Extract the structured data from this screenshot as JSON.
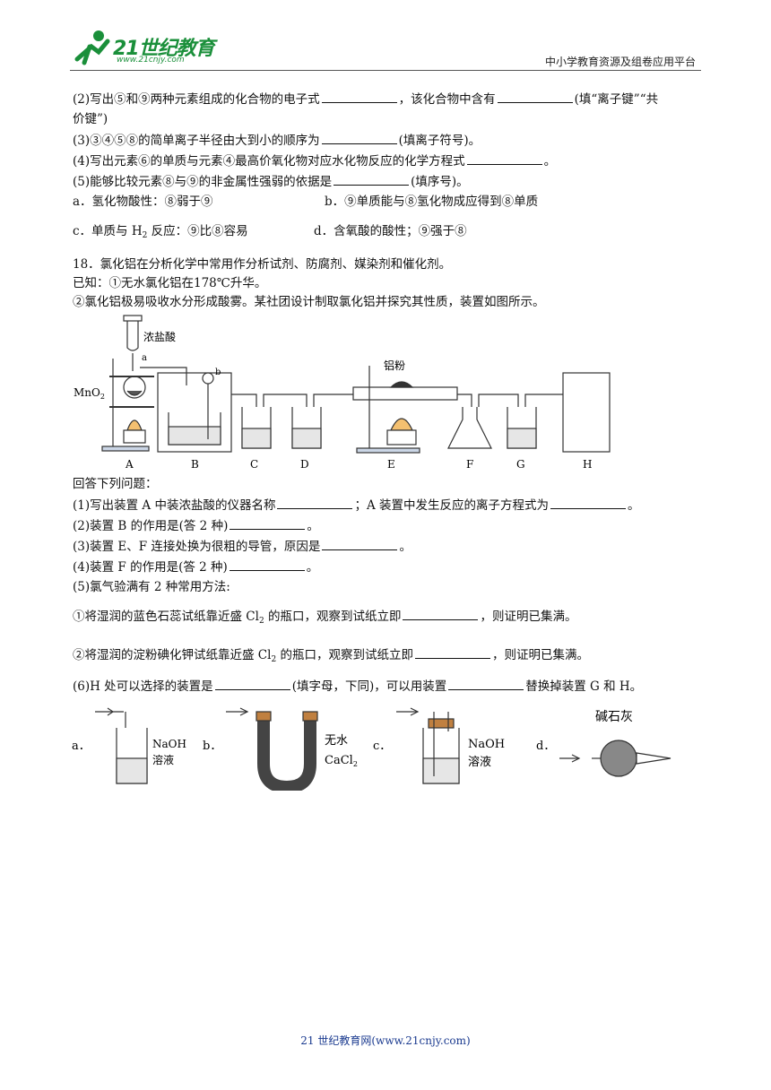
{
  "header": {
    "logo_text": "21世纪教育",
    "logo_sub": "www.21cnjy.com",
    "right_text": "中小学教育资源及组卷应用平台"
  },
  "lines": {
    "l1a": "(2)写出⑤和⑨两种元素组成的化合物的电子式",
    "l1b": "，该化合物中含有",
    "l1c": "(填“离子键”“共",
    "l2": "价键”)",
    "l3a": "(3)③④⑤⑧的简单离子半径由大到小的顺序为",
    "l3b": "(填离子符号)。",
    "l4a": "(4)写出元素⑥的单质与元素④最高价氧化物对应水化物反应的化学方程式",
    "l4b": "。",
    "l5a": "(5)能够比较元素⑧与⑨的非金属性强弱的依据是",
    "l5b": "(填序号)。",
    "opt_a": "a．氢化物酸性：⑧弱于⑨",
    "opt_b": "b．⑨单质能与⑧氢化物成应得到⑧单质",
    "opt_c1": "c．单质与 H",
    "opt_c_sub": "2",
    "opt_c2": " 反应：⑨比⑧容易",
    "opt_d": "d．含氧酸的酸性；⑨强于⑧",
    "q18": "18．氯化铝在分析化学中常用作分析试剂、防腐剂、媒染剂和催化剂。",
    "known1": "已知：①无水氯化铝在178℃升华。",
    "known2": "②氯化铝极易吸收水分形成酸雾。某社团设计制取氯化铝并探究其性质，装置如图所示。",
    "answer": "回答下列问题：",
    "q1a": "(1)写出装置 A 中装浓盐酸的仪器名称",
    "q1b": "；A 装置中发生反应的离子方程式为",
    "q1c": "。",
    "q2a": "(2)装置 B 的作用是(答 2 种)",
    "q2b": "。",
    "q3a": "(3)装置 E、F 连接处换为很粗的导管，原因是",
    "q3b": "。",
    "q4a": "(4)装置 F 的作用是(答 2 种)",
    "q4b": "。",
    "q5": "(5)氯气验满有 2 种常用方法:",
    "m1a": "①将湿润的蓝色石蕊试纸靠近盛 Cl",
    "m1sub": "2",
    "m1b": " 的瓶口，观察到试纸立即",
    "m1c": "，则证明已集满。",
    "m2a": "②将湿润的淀粉碘化钾试纸靠近盛 Cl",
    "m2sub": "2",
    "m2b": " 的瓶口，观察到试纸立即",
    "m2c": "，则证明已集满。",
    "q6a": "(6)H 处可以选择的装置是",
    "q6b": "(填字母，下同)，可以用装置",
    "q6c": "替换掉装置 G 和 H。"
  },
  "apparatus": {
    "label_hcl": "浓盐酸",
    "label_a_small": "a",
    "label_b_small": "b",
    "label_mno2": "MnO",
    "label_mno2_sub": "2",
    "label_al": "铝粉",
    "letters": [
      "A",
      "B",
      "C",
      "D",
      "E",
      "F",
      "G",
      "H"
    ]
  },
  "options_fig": {
    "a": "a．",
    "a_text1": "NaOH",
    "a_text2": "溶液",
    "b": "b．",
    "b_text1": "无水",
    "b_text2": "CaCl",
    "b_sub": "2",
    "c": "c．",
    "c_text1": "NaOH",
    "c_text2": "溶液",
    "d": "d．",
    "d_text": "碱石灰"
  },
  "footer": "21 世纪教育网(www.21cnjy.com)"
}
